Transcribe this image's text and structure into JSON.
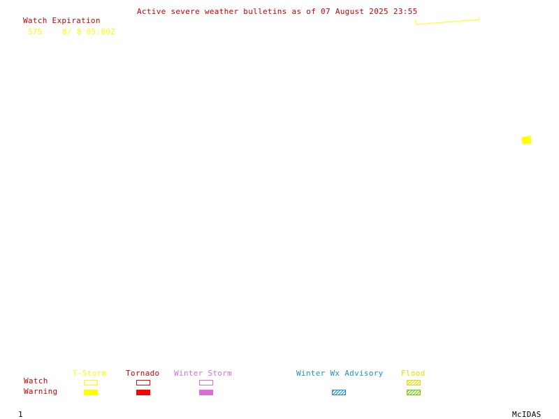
{
  "title": "Active severe weather bulletins as of 07 August 2025 23:55",
  "watch_expiration": {
    "header": "Watch Expiration",
    "entries": [
      {
        "number": "575",
        "expires": "8/ 8 05:00Z"
      }
    ]
  },
  "legend": {
    "row_labels": {
      "watch": "Watch",
      "warning": "Warning"
    },
    "categories": [
      {
        "name": "T-Storm",
        "color": "#ffff00",
        "watch": "outline",
        "warning": "filled"
      },
      {
        "name": "Tornado",
        "color": "#ff0000",
        "watch": "outline",
        "warning": "filled"
      },
      {
        "name": "Winter Storm",
        "color": "#da70d6",
        "watch": "outline",
        "warning": "filled"
      },
      {
        "name": "Winter Wx Advisory",
        "color": "#1e90c8",
        "watch": "none",
        "warning": "hatched"
      },
      {
        "name": "Flood",
        "color_watch": "#e0e000",
        "color_warning": "#66cc00",
        "watch": "hatched",
        "warning": "hatched"
      }
    ]
  },
  "colors": {
    "title": "#cc0000",
    "header": "#cc0000",
    "watch_entry": "#ffff00",
    "row_label": "#cc0000",
    "footer": "#000000"
  },
  "frame_number": "1",
  "software": "McIDAS"
}
